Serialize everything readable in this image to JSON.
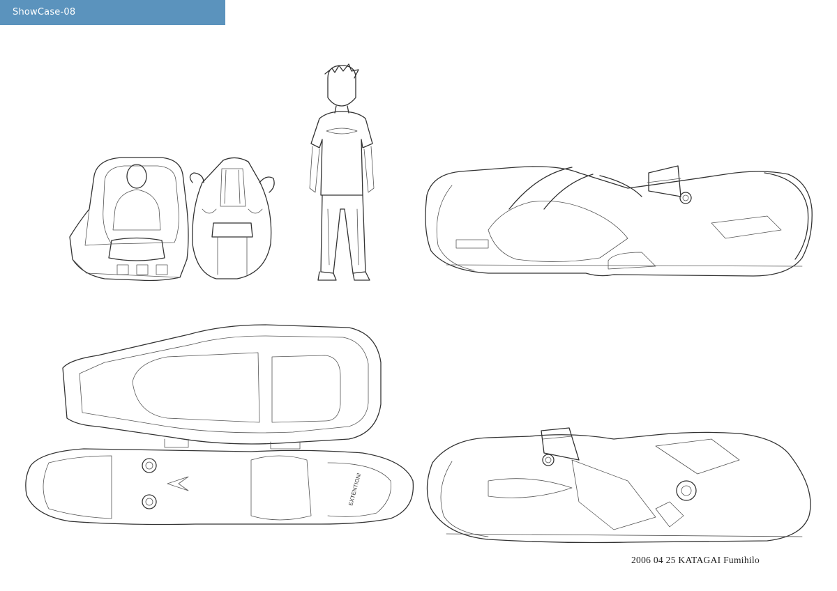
{
  "header": {
    "title": "ShowCase-08"
  },
  "sheet": {
    "signature": "2006 04 25 KATAGAI Fumihilo",
    "side_marking": "EXTENTION!"
  },
  "colors": {
    "header_bg": "#5b93bd",
    "header_text": "#ffffff",
    "ink": "#333333",
    "paper": "#ffffff"
  }
}
